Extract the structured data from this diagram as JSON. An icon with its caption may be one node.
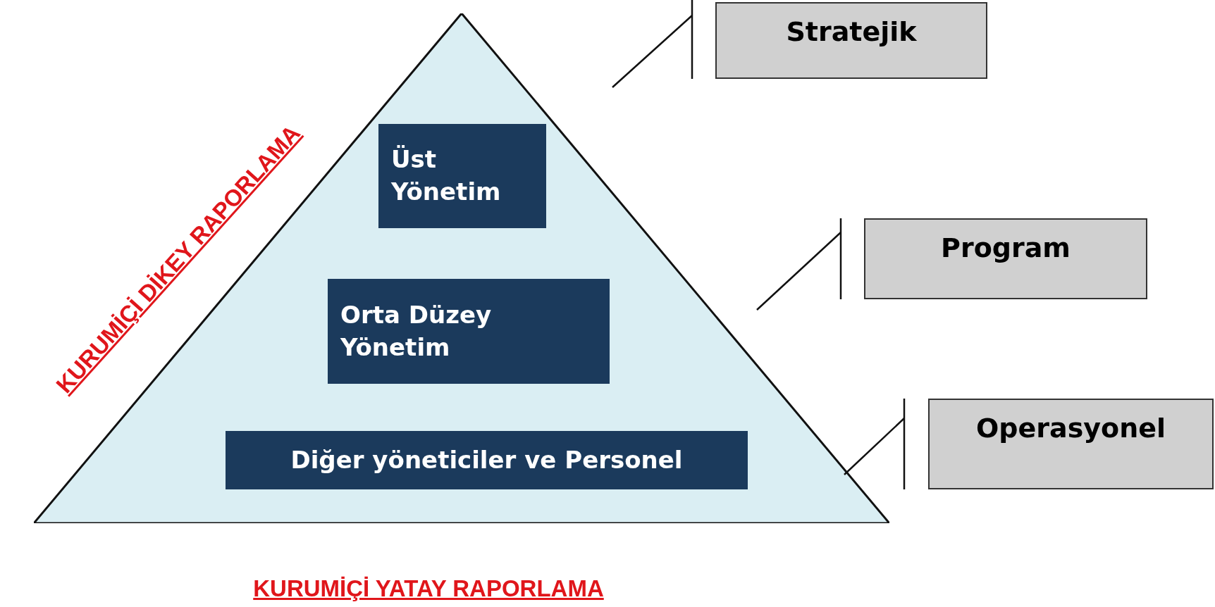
{
  "diagram": {
    "nodes": [
      {
        "text": [],
        "shape": "triangle"
      },
      {
        "text": [
          "Üst Yönetim"
        ],
        "in": 0
      },
      {
        "text": [
          "Orta Düzey Yönetim"
        ],
        "in": 0
      },
      {
        "text": [
          "Diğer yöneticiler ve Personel"
        ],
        "in": 0
      },
      {
        "text": [
          "Stratejik"
        ]
      },
      {
        "text": [
          "Program"
        ]
      },
      {
        "text": [
          "Operasyonel"
        ]
      }
    ],
    "labels": [
      "KURUMİÇİ DİKEY RAPORLAMA",
      "KURUMİÇİ YATAY RAPORLAMA"
    ]
  }
}
